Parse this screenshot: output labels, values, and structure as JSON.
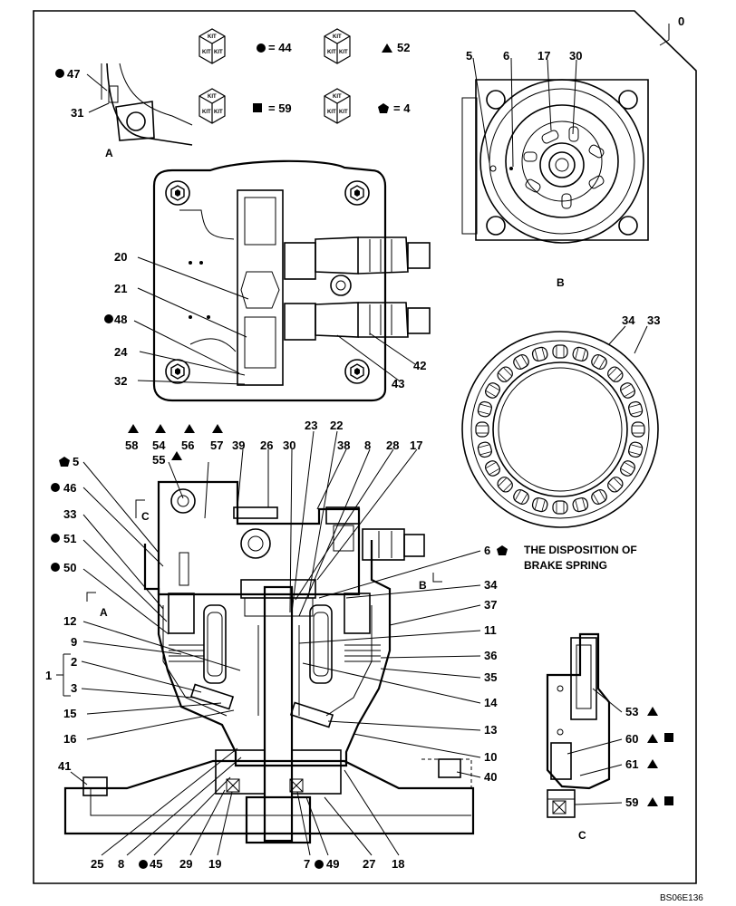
{
  "drawing": {
    "sheet_number": "0",
    "reference_code": "BS06E136",
    "note_text": "THE DISPOSITION OF",
    "note_text_2": "BRAKE SPRING"
  },
  "kits": [
    {
      "icon": "kit-box-icon",
      "symbol": "circle",
      "text": "= 44"
    },
    {
      "icon": "kit-box-icon",
      "symbol": "triangle",
      "text": "52"
    },
    {
      "icon": "kit-box-icon",
      "symbol": "square",
      "text": "= 59"
    },
    {
      "icon": "kit-box-icon",
      "symbol": "pentagon",
      "text": "= 4"
    }
  ],
  "kit_box_text": "KIT",
  "views": {
    "A": "A",
    "B": "B",
    "C": "C"
  },
  "callouts": {
    "c47": "47",
    "c31": "31",
    "c5b": "5",
    "c6b": "6",
    "c17b": "17",
    "c30b": "30",
    "c20": "20",
    "c21": "21",
    "c48": "48",
    "c24": "24",
    "c32": "32",
    "c42": "42",
    "c43": "43",
    "c34r": "34",
    "c33r": "33",
    "c58": "58",
    "c54": "54",
    "c56": "56",
    "c57": "57",
    "c55": "55",
    "c39": "39",
    "c26": "26",
    "c30": "30",
    "c23": "23",
    "c22": "22",
    "c38": "38",
    "c8t": "8",
    "c28": "28",
    "c17": "17",
    "c5": "5",
    "c46": "46",
    "c33": "33",
    "c51": "51",
    "c50": "50",
    "c12": "12",
    "c9": "9",
    "c1": "1",
    "c2": "2",
    "c3": "3",
    "c15": "15",
    "c16": "16",
    "c41": "41",
    "c6": "6",
    "c34": "34",
    "c37": "37",
    "c11": "11",
    "c36": "36",
    "c35": "35",
    "c14": "14",
    "c13": "13",
    "c10": "10",
    "c40": "40",
    "c25": "25",
    "c8b": "8",
    "c45": "45",
    "c29": "29",
    "c19": "19",
    "c7": "7",
    "c49": "49",
    "c27": "27",
    "c18": "18",
    "c53": "53",
    "c60": "60",
    "c61": "61",
    "c59": "59"
  }
}
